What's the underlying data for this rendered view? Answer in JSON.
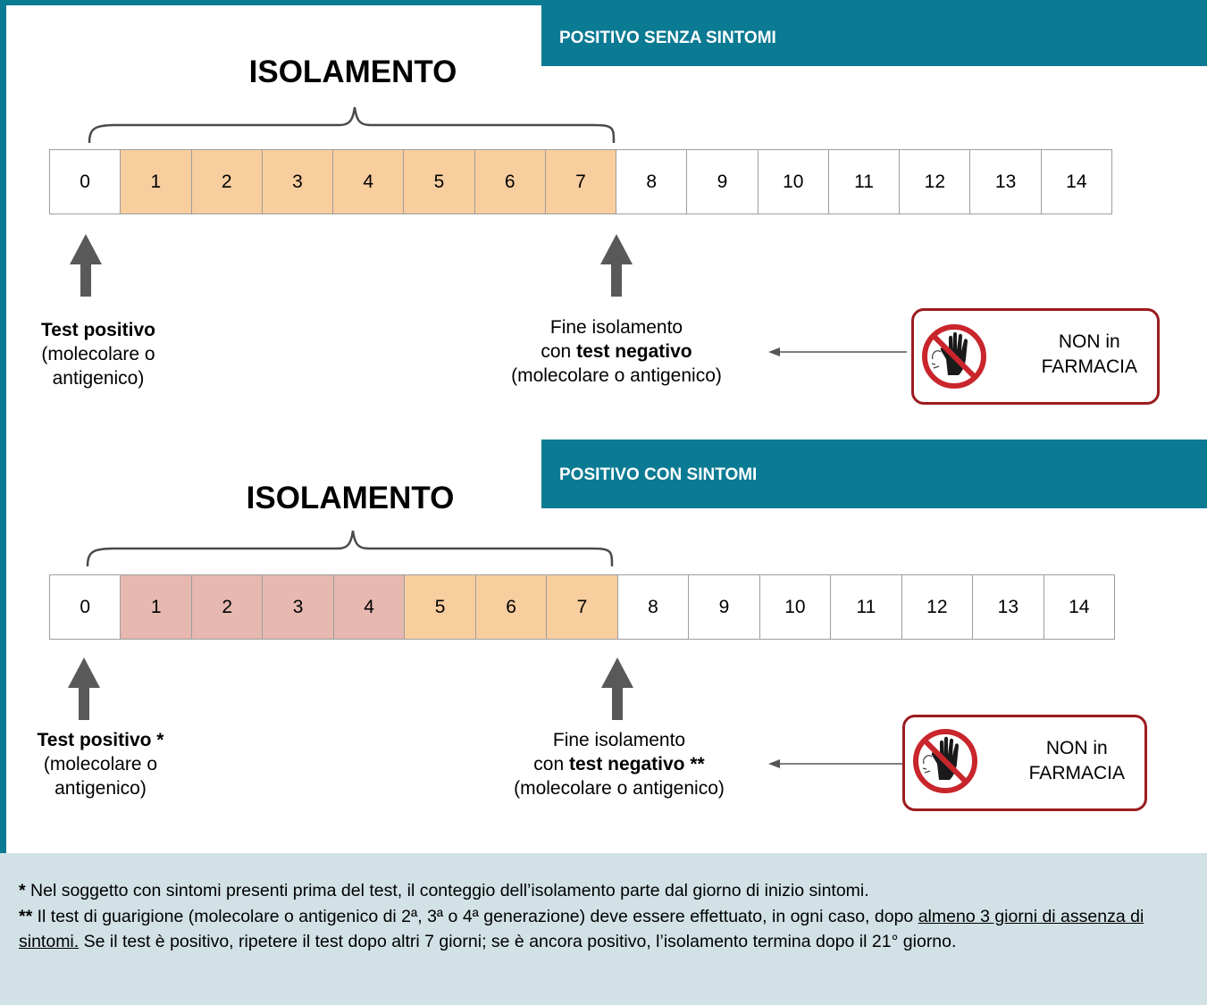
{
  "colors": {
    "frame": "#0b7a93",
    "orange_cell": "#f8ce9f",
    "red_cell": "#e6b8b0",
    "white_cell": "#ffffff",
    "stop_border": "#9b1c20",
    "footnote_bg": "#d1e1e5"
  },
  "sections": [
    {
      "banner": "POSITIVO SENZA SINTOMI",
      "title": "ISOLAMENTO",
      "days": [
        {
          "label": "0",
          "color": "white"
        },
        {
          "label": "1",
          "color": "orange"
        },
        {
          "label": "2",
          "color": "orange"
        },
        {
          "label": "3",
          "color": "orange"
        },
        {
          "label": "4",
          "color": "orange"
        },
        {
          "label": "5",
          "color": "orange"
        },
        {
          "label": "6",
          "color": "orange"
        },
        {
          "label": "7",
          "color": "orange"
        },
        {
          "label": "8",
          "color": "white"
        },
        {
          "label": "9",
          "color": "white"
        },
        {
          "label": "10",
          "color": "white"
        },
        {
          "label": "11",
          "color": "white"
        },
        {
          "label": "12",
          "color": "white"
        },
        {
          "label": "13",
          "color": "white"
        },
        {
          "label": "14",
          "color": "white"
        }
      ],
      "start_label_bold": "Test positivo",
      "start_label_rest": [
        "(molecolare o",
        "antigenico)"
      ],
      "end_label_line1": "Fine isolamento",
      "end_label_prefix": "con ",
      "end_label_bold": "test negativo",
      "end_label_line3": "(molecolare o antigenico)",
      "stop_text": [
        "NON in",
        "FARMACIA"
      ],
      "stop_icon": "no-entry-hand-icon"
    },
    {
      "banner": "POSITIVO CON SINTOMI",
      "title": "ISOLAMENTO",
      "days": [
        {
          "label": "0",
          "color": "white"
        },
        {
          "label": "1",
          "color": "red"
        },
        {
          "label": "2",
          "color": "red"
        },
        {
          "label": "3",
          "color": "red"
        },
        {
          "label": "4",
          "color": "red"
        },
        {
          "label": "5",
          "color": "orange"
        },
        {
          "label": "6",
          "color": "orange"
        },
        {
          "label": "7",
          "color": "orange"
        },
        {
          "label": "8",
          "color": "white"
        },
        {
          "label": "9",
          "color": "white"
        },
        {
          "label": "10",
          "color": "white"
        },
        {
          "label": "11",
          "color": "white"
        },
        {
          "label": "12",
          "color": "white"
        },
        {
          "label": "13",
          "color": "white"
        },
        {
          "label": "14",
          "color": "white"
        }
      ],
      "start_label_bold": "Test positivo *",
      "start_label_rest": [
        "(molecolare o",
        "antigenico)"
      ],
      "end_label_line1": "Fine isolamento",
      "end_label_prefix": "con ",
      "end_label_bold": "test negativo **",
      "end_label_line3": "(molecolare o antigenico)",
      "stop_text": [
        "NON in",
        "FARMACIA"
      ],
      "stop_icon": "no-entry-hand-icon"
    }
  ],
  "footnote": {
    "note1_marker": "*",
    "note1_text": " Nel soggetto con sintomi presenti prima del test, il conteggio dell’isolamento parte dal giorno di inizio sintomi.",
    "note2_marker": "**",
    "note2_text_a": " Il test di guarigione (molecolare o antigenico di 2ª, 3ª o 4ª generazione) deve essere effettuato, in ogni caso, dopo ",
    "note2_underlined": "almeno 3 giorni di assenza di sintomi.",
    "note2_text_b": " Se il test è positivo, ripetere il test dopo altri 7 giorni; se è ancora positivo, l’isolamento termina dopo il 21° giorno."
  }
}
